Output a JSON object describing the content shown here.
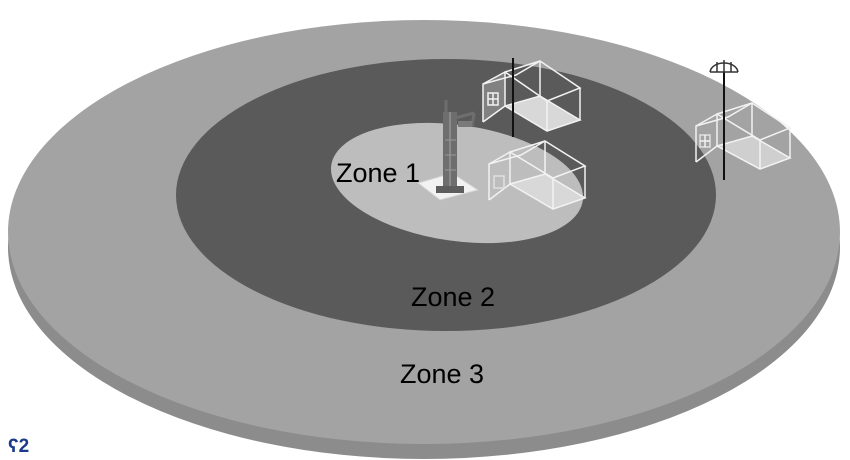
{
  "zones": [
    {
      "label": "Zone 1",
      "color": "#bdbdbd"
    },
    {
      "label": "Zone 2",
      "color": "#5a5a5a"
    },
    {
      "label": "Zone 3",
      "color": "#a3a3a3"
    }
  ],
  "corner_mark": "ʕ2",
  "colors": {
    "disc_edge": "#8c8c8c",
    "building_outline": "#f2f2f2",
    "tower": "#6e6e6e",
    "mark": "#1a3a8a"
  }
}
